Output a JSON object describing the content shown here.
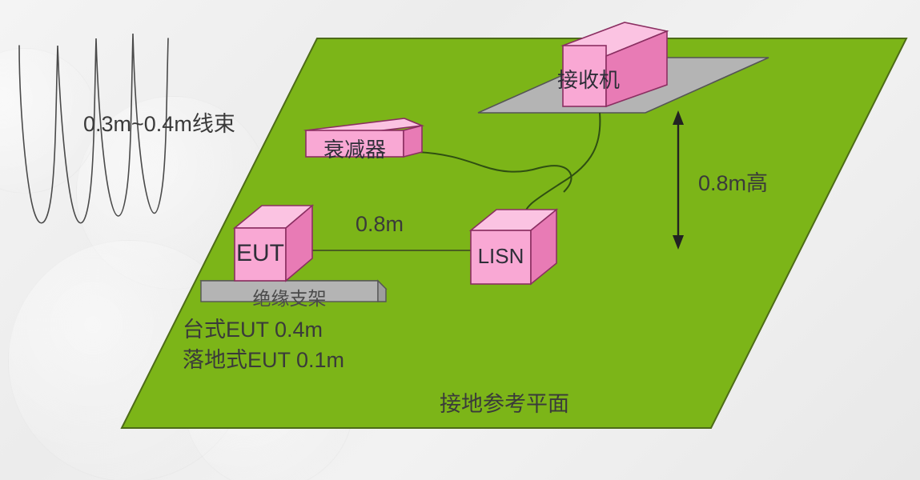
{
  "diagram": {
    "title_caption": "接地参考平面",
    "background_color": "#eeeeee",
    "ground_plane_color": "#7CB518",
    "ground_plane_edge_color": "#4d6b18",
    "equipment_fill_color": "#F9A8D4",
    "equipment_top_color": "#FBC3E2",
    "equipment_side_color": "#E87BB5",
    "equipment_edge_color": "#8b2f62",
    "platform_color": "#B4B4B4",
    "platform_top_color": "#C8C8C8",
    "platform_edge_color": "#555555",
    "cable_color": "#2f4f12"
  },
  "labels": {
    "harness": "0.3m~0.4m线束",
    "height": "0.8m高",
    "separation": "0.8m",
    "bench_eut": "台式EUT      0.4m",
    "floor_eut": "落地式EUT 0.1m",
    "ground_plane": "接地参考平面"
  },
  "equipment": {
    "receiver": "接收机",
    "attenuator": "衰减器",
    "eut": "EUT",
    "lisn": "LISN",
    "insulating_support": "绝缘支架"
  },
  "measurements": {
    "harness_length": "0.3m~0.4m",
    "table_height": "0.8m",
    "eut_lisn_distance": "0.8m",
    "bench_eut_support": "0.4m",
    "floor_eut_support": "0.1m"
  }
}
